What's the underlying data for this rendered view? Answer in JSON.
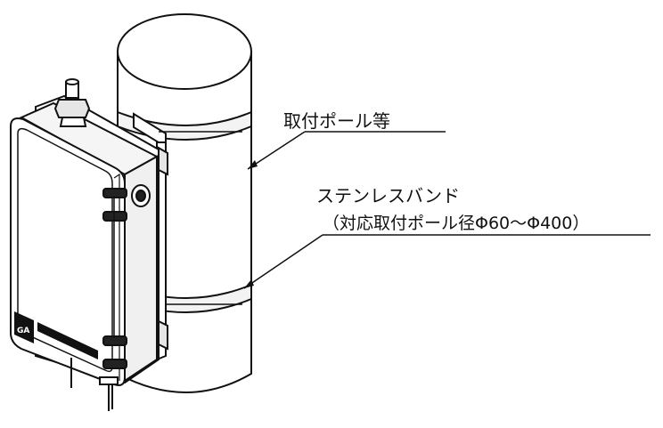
{
  "callouts": {
    "pole": "取付ポール等",
    "band": "ステンレスバンド",
    "band_range": "（対応取付ポール径Φ60～Φ400）"
  },
  "enclosure": {
    "badge_text": "GA"
  },
  "colors": {
    "line": "#111111",
    "fill": "#ffffff",
    "shade": "#e6e6e6",
    "dark": "#222222"
  }
}
